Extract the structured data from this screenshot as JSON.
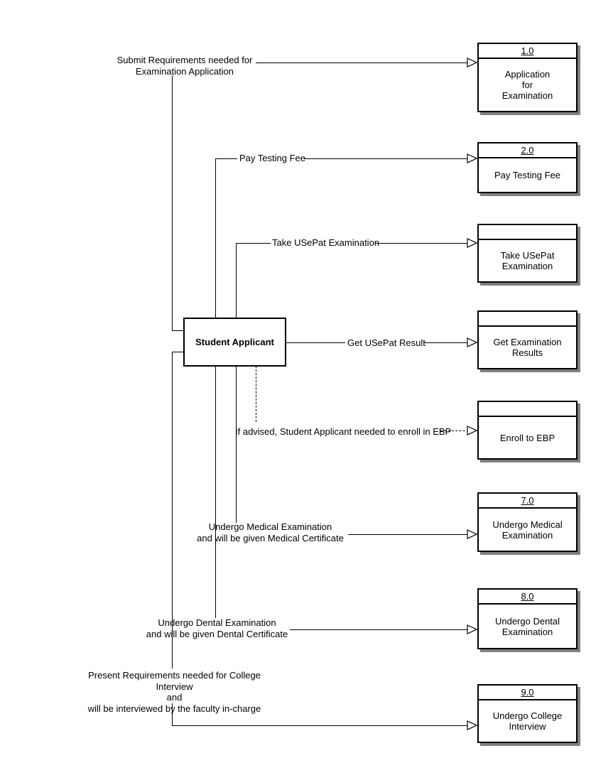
{
  "diagram": {
    "entity": {
      "label": "Student Applicant"
    },
    "processes": [
      {
        "number": "1.0",
        "label": "Application\nfor\nExamination"
      },
      {
        "number": "2.0",
        "label": "Pay Testing Fee"
      },
      {
        "number": "",
        "label": "Take USePat\nExamination"
      },
      {
        "number": "",
        "label": "Get Examination\nResults"
      },
      {
        "number": "",
        "label": "Enroll to EBP"
      },
      {
        "number": "7.0",
        "label": "Undergo Medical\nExamination"
      },
      {
        "number": "8.0",
        "label": "Undergo Dental\nExamination"
      },
      {
        "number": "9.0",
        "label": "Undergo College\nInterview"
      }
    ],
    "flows": [
      {
        "label": "Submit Requirements needed for\nExamination Application",
        "style": "solid"
      },
      {
        "label": "Pay Testing Fee",
        "style": "solid"
      },
      {
        "label": "Take USePat Examination",
        "style": "solid"
      },
      {
        "label": "Get USePat Result",
        "style": "solid"
      },
      {
        "label": "If advised, Student Applicant needed to enroll in EBP",
        "style": "dashed"
      },
      {
        "label": "Undergo Medical Examination\nand will be given Medical Certificate",
        "style": "solid"
      },
      {
        "label": "Undergo Dental Examination\nand will be given Dental Certificate",
        "style": "solid"
      },
      {
        "label": "Present Requirements needed for College Interview\nand\nwill be interviewed by the faculty in-charge",
        "style": "solid"
      }
    ],
    "colors": {
      "line": "#000000",
      "shadow": "#7f7f7f",
      "background": "#ffffff"
    }
  }
}
